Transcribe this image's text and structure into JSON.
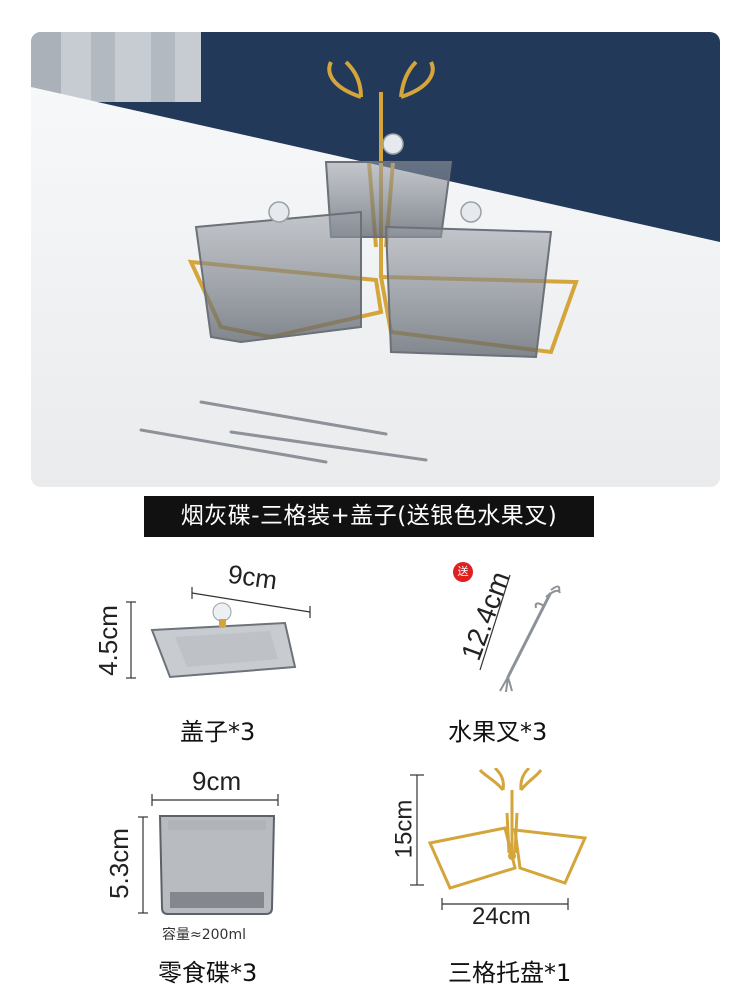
{
  "banner": {
    "title": "烟灰碟-三格装+盖子(送银色水果叉)"
  },
  "items": [
    {
      "caption": "盖子*3",
      "width": "9cm",
      "height": "4.5cm"
    },
    {
      "caption": "水果叉*3",
      "length": "12.4cm",
      "badge": "送"
    },
    {
      "caption": "零食碟*3",
      "width": "9cm",
      "height": "5.3cm",
      "note": "容量≈200ml"
    },
    {
      "caption": "三格托盘*1",
      "width": "24cm",
      "height": "15cm"
    }
  ],
  "colors": {
    "banner_bg": "#111111",
    "badge": "#e02020",
    "gold": "#d4a53a",
    "smoke_glass": "#8a9099",
    "wall": "#22385a"
  }
}
